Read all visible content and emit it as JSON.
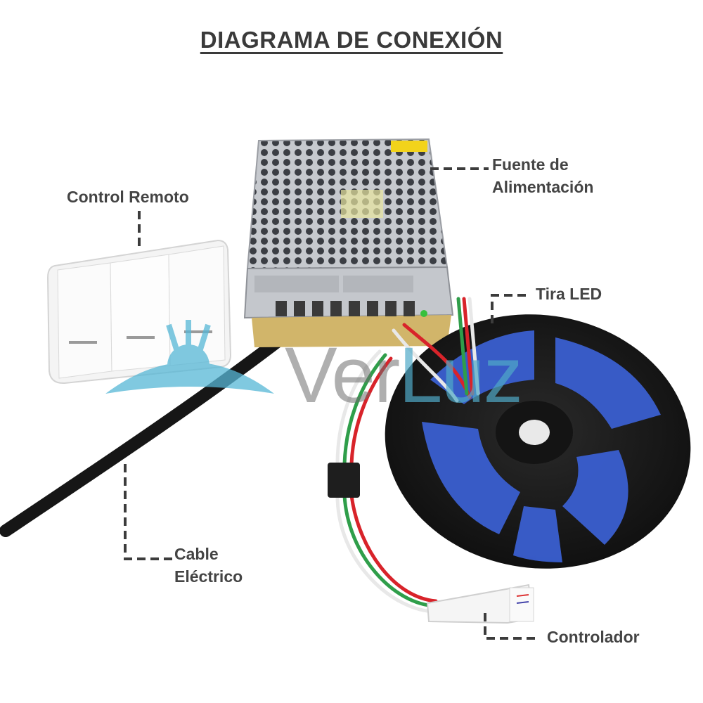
{
  "title": "DIAGRAMA DE CONEXIÓN",
  "labels": {
    "power_supply_line1": "Fuente de",
    "power_supply_line2": "Alimentación",
    "remote": "Control Remoto",
    "led_strip": "Tira LED",
    "cable_line1": "Cable",
    "cable_line2": "Eléctrico",
    "controller": "Controlador"
  },
  "watermark": {
    "part1": "Ver",
    "part2": "Luz"
  },
  "colors": {
    "led_blue": "#3a5fd0",
    "reel_black": "#1b1b1b",
    "wire_red": "#d8232a",
    "wire_green": "#2f9e4a",
    "metal": "#c9ccd1"
  }
}
